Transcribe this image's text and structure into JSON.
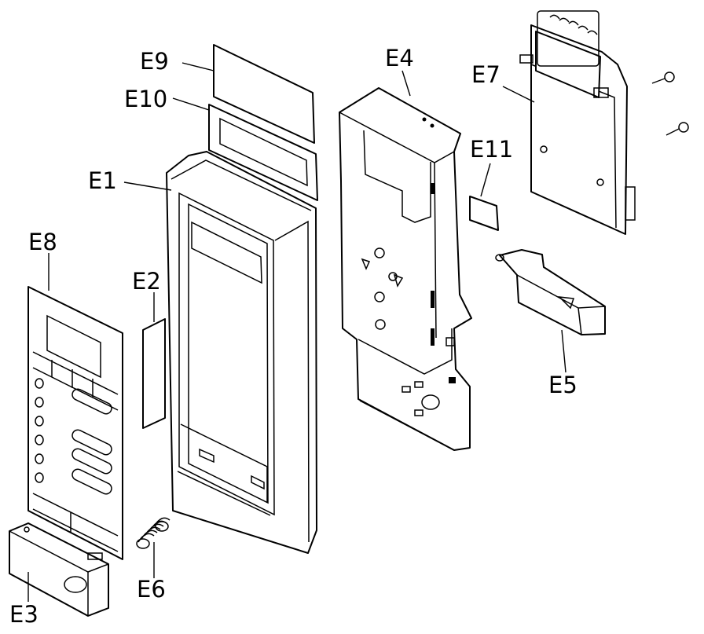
{
  "callouts": {
    "e1": "E1",
    "e2": "E2",
    "e3": "E3",
    "e4": "E4",
    "e5": "E5",
    "e6": "E6",
    "e7": "E7",
    "e8": "E8",
    "e9": "E9",
    "e10": "E10",
    "e11": "E11"
  }
}
